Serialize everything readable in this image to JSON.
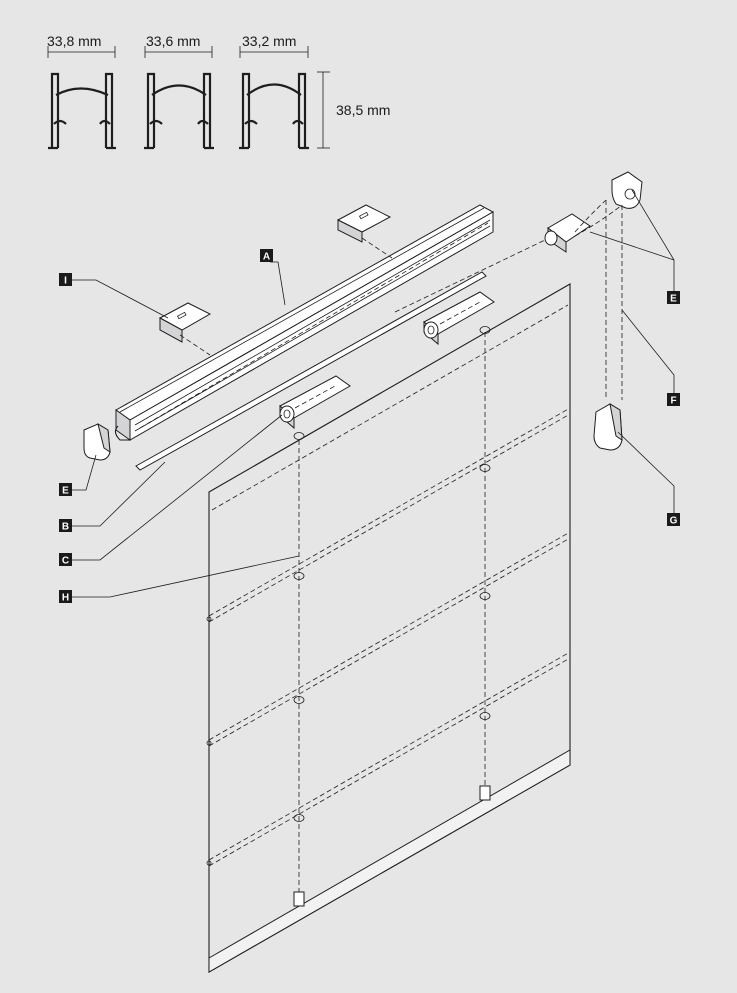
{
  "profiles": {
    "widths": [
      "33,8 mm",
      "33,6 mm",
      "33,2 mm"
    ],
    "height": "38,5 mm"
  },
  "labels": {
    "A": "A",
    "B": "B",
    "C": "C",
    "E1": "E",
    "E2": "E",
    "F": "F",
    "G": "G",
    "H": "H",
    "I": "I"
  },
  "colors": {
    "background": "#e6e6e7",
    "line": "#1e1e1e",
    "label_box": "#1a1a1a",
    "label_text": "#ffffff"
  }
}
